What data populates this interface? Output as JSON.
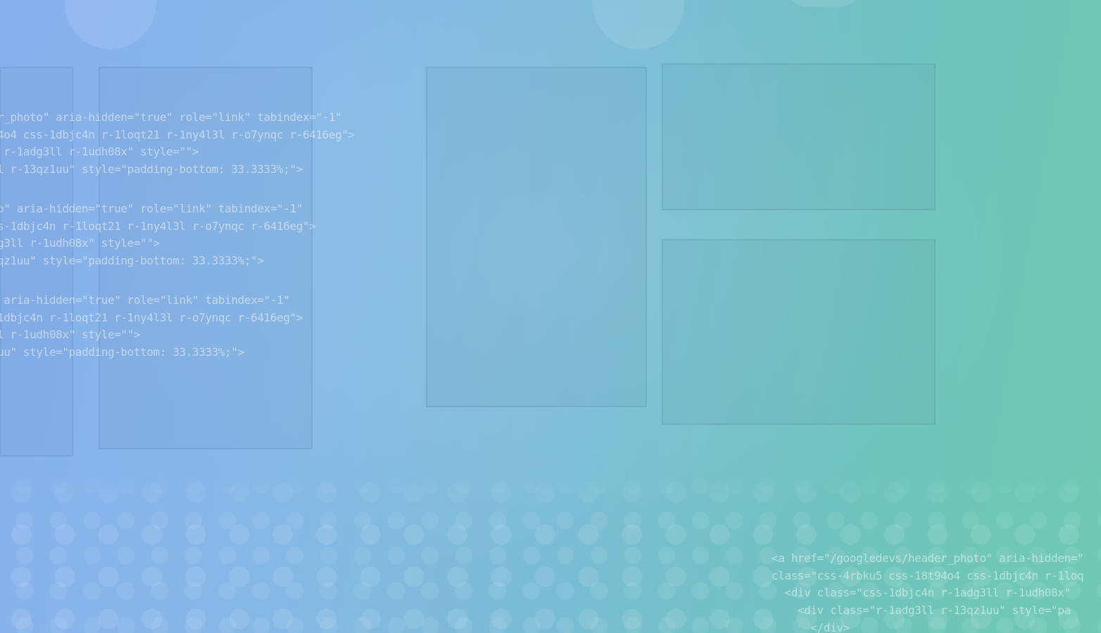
{
  "code_blocks": [
    {
      "lines": [
        "r_photo\" aria-hidden=\"true\" role=\"link\" tabindex=\"-1\"",
        "4o4 css-1dbjc4n r-1loqt21 r-1ny4l3l r-o7ynqc r-6416eg\">",
        " r-1adg3ll r-1udh08x\" style=\"\">",
        "l r-13qz1uu\" style=\"padding-bottom: 33.3333%;\">"
      ]
    },
    {
      "lines": [
        "o\" aria-hidden=\"true\" role=\"link\" tabindex=\"-1\"",
        "s-1dbjc4n r-1loqt21 r-1ny4l3l r-o7ynqc r-6416eg\">",
        "g3ll r-1udh08x\" style=\"\">",
        "qz1uu\" style=\"padding-bottom: 33.3333%;\">"
      ]
    },
    {
      "lines": [
        " aria-hidden=\"true\" role=\"link\" tabindex=\"-1\"",
        "1dbjc4n r-1loqt21 r-1ny4l3l r-o7ynqc r-6416eg\">",
        "l r-1udh08x\" style=\"\">",
        "uu\" style=\"padding-bottom: 33.3333%;\">"
      ]
    },
    {
      "lines": [
        "<a href=\"/googledevs/header_photo\" aria-hidden=\"",
        "class=\"css-4rbku5 css-18t94o4 css-1dbjc4n r-1loq",
        "  <div class=\"css-1dbjc4n r-1adg3ll r-1udh08x\"",
        "    <div class=\"r-1adg3ll r-13qz1uu\" style=\"pa",
        "      </div>"
      ]
    }
  ],
  "colors": {
    "gradient_start": "#88b0ee",
    "gradient_end": "#6fcab0",
    "code_text": "#ffffff"
  }
}
